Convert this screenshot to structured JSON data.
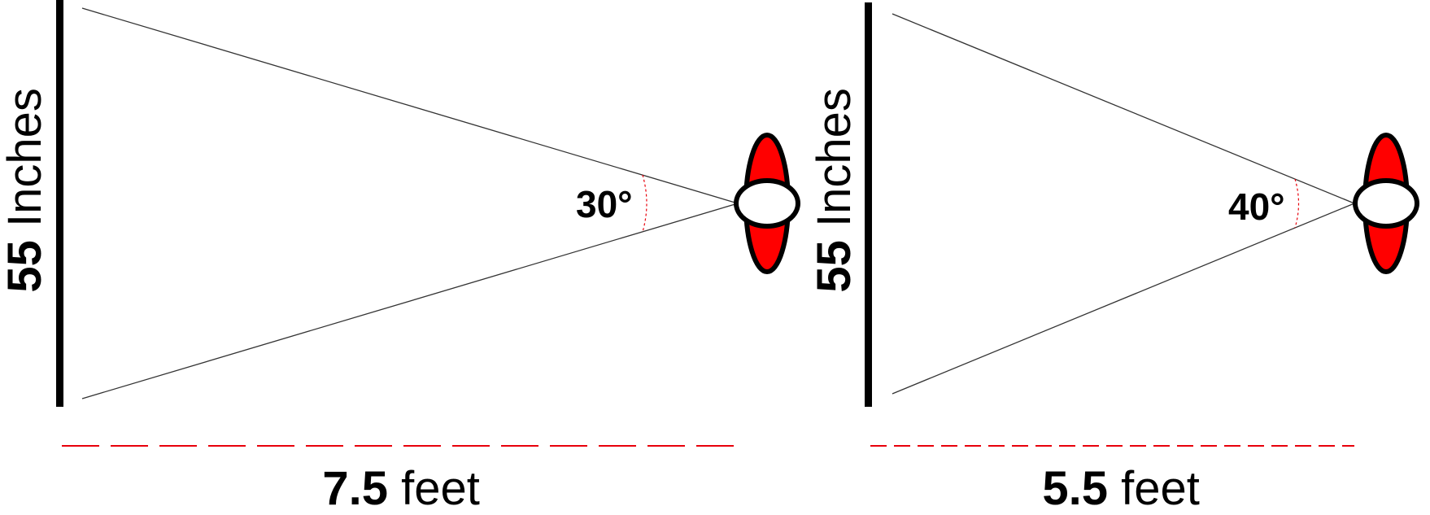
{
  "panels": [
    {
      "side_label": {
        "number": "55",
        "unit": " Inches"
      },
      "angle_label": "30°",
      "distance_label": {
        "number": "7.5",
        "unit": " feet"
      }
    },
    {
      "side_label": {
        "number": "55",
        "unit": " Inches"
      },
      "angle_label": "40°",
      "distance_label": {
        "number": "5.5",
        "unit": " feet"
      }
    }
  ],
  "colors": {
    "screen": "#000000",
    "sight_line": "#333333",
    "distance_dash": "#e8000b",
    "angle_arc": "#e8000b",
    "eye_iris": "#ff0000",
    "eye_outline": "#000000",
    "eye_pupil": "#ffffff"
  }
}
